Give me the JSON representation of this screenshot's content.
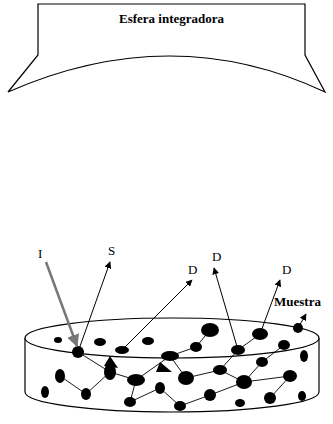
{
  "diagram": {
    "nodes": [
      {
        "text": [
          "Esfera integradora"
        ]
      }
    ],
    "labels": [
      "I",
      "S",
      "D",
      "D",
      "D",
      "Muestra"
    ]
  }
}
